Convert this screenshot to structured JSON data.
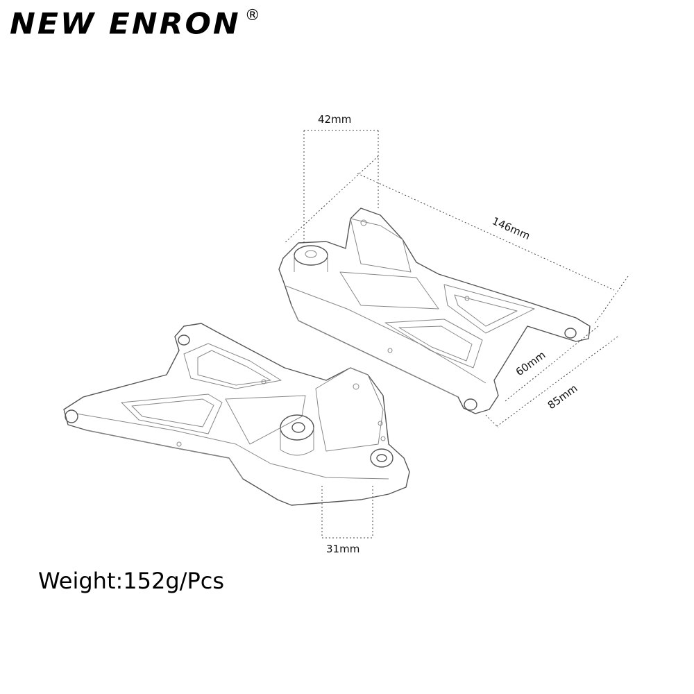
{
  "brand": {
    "name": "NEW ENRON",
    "registered_mark": "®"
  },
  "diagram": {
    "parts": [
      "right-rear-lower-suspension-arm",
      "left-rear-lower-suspension-arm"
    ],
    "dimensions": {
      "top_width": "42mm",
      "length": "146mm",
      "inner_width": "60mm",
      "outer_width": "85mm",
      "bottom_width": "31mm"
    }
  },
  "spec": {
    "weight": "Weight:152g/Pcs"
  }
}
